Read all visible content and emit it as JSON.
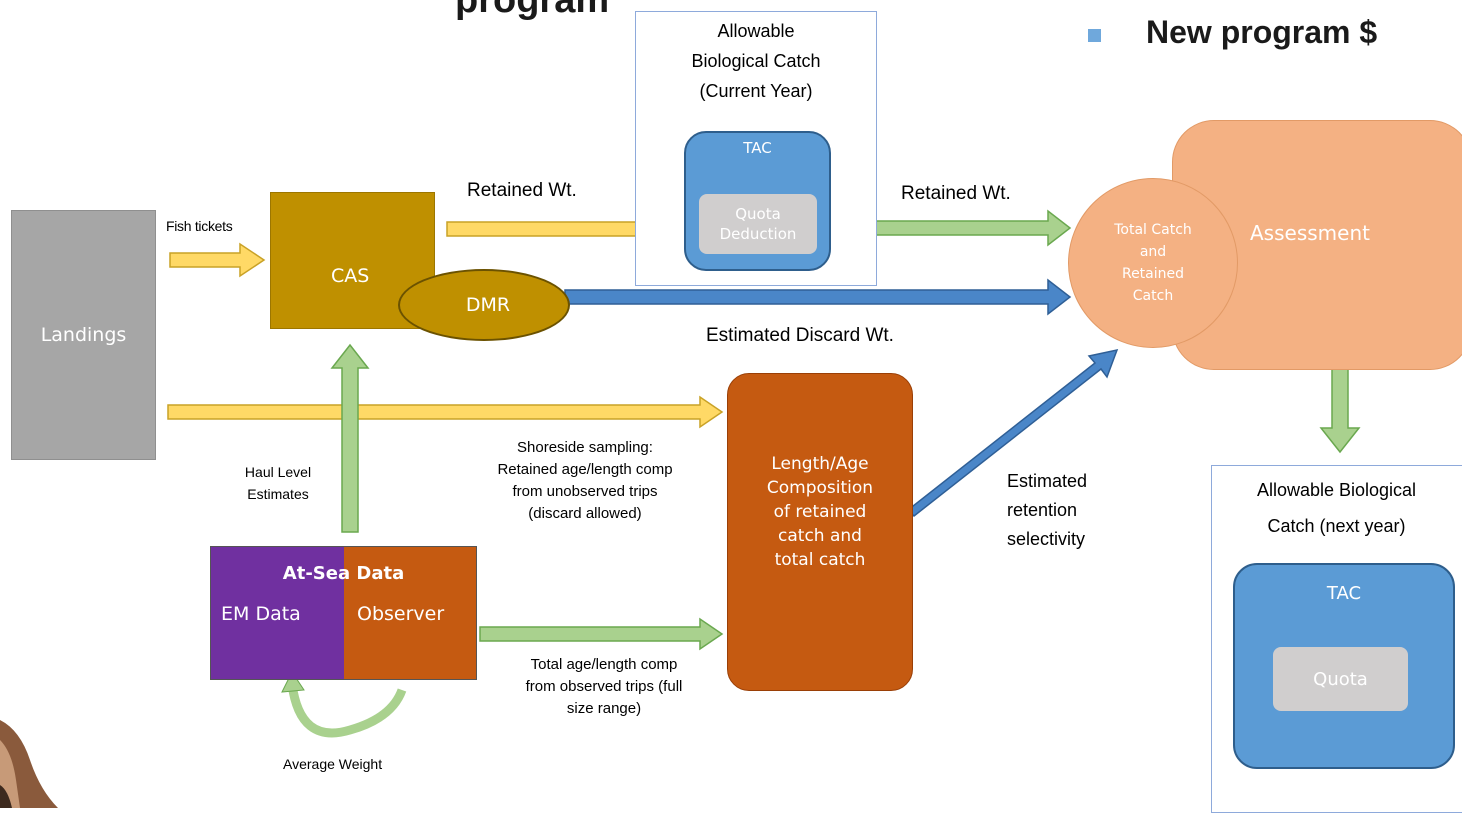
{
  "header": {
    "left_fragment": "program",
    "bullet_text": "New program $"
  },
  "nodes": {
    "landings": "Landings",
    "cas": "CAS",
    "dmr": "DMR",
    "abc_current": {
      "line1": "Allowable",
      "line2": "Biological Catch",
      "line3": "(Current Year)",
      "tac": "TAC",
      "quota_deduction_line1": "Quota",
      "quota_deduction_line2": "Deduction"
    },
    "total_catch": {
      "line1": "Total Catch",
      "line2": "and",
      "line3": "Retained",
      "line4": "Catch"
    },
    "assessment": "Assessment",
    "length_age": {
      "line1": "Length/Age",
      "line2": "Composition",
      "line3": "of retained",
      "line4": "catch and",
      "line5": "total catch"
    },
    "at_sea": {
      "title": "At-Sea Data",
      "em": "EM Data",
      "observer": "Observer"
    },
    "abc_next": {
      "line1": "Allowable Biological",
      "line2": "Catch (next year)",
      "tac": "TAC",
      "quota": "Quota"
    }
  },
  "edge_labels": {
    "fish_tickets": "Fish tickets",
    "retained_wt_1": "Retained Wt.",
    "retained_wt_2": "Retained Wt.",
    "estimated_discard": "Estimated Discard Wt.",
    "shoreside": {
      "line1": "Shoreside sampling:",
      "line2": "Retained age/length comp",
      "line3": "from unobserved trips",
      "line4": "(discard allowed)"
    },
    "haul_level": {
      "line1": "Haul Level",
      "line2": "Estimates"
    },
    "total_age": {
      "line1": "Total age/length comp",
      "line2": "from observed trips (full",
      "line3": "size range)"
    },
    "estimated_retention": {
      "line1": "Estimated",
      "line2": "retention",
      "line3": "selectivity"
    },
    "average_weight": "Average Weight"
  },
  "colors": {
    "yellow_arrow": "#ffd966",
    "green_arrow": "#a9d18e",
    "blue_arrow": "#4a86c8",
    "cas": "#bf9000",
    "landings": "#a6a6a6",
    "tac": "#5b9bd5",
    "quota": "#d0cece",
    "assessment": "#f4b183",
    "length_age": "#c55a11",
    "em": "#7030a0",
    "observer": "#c55a11"
  }
}
